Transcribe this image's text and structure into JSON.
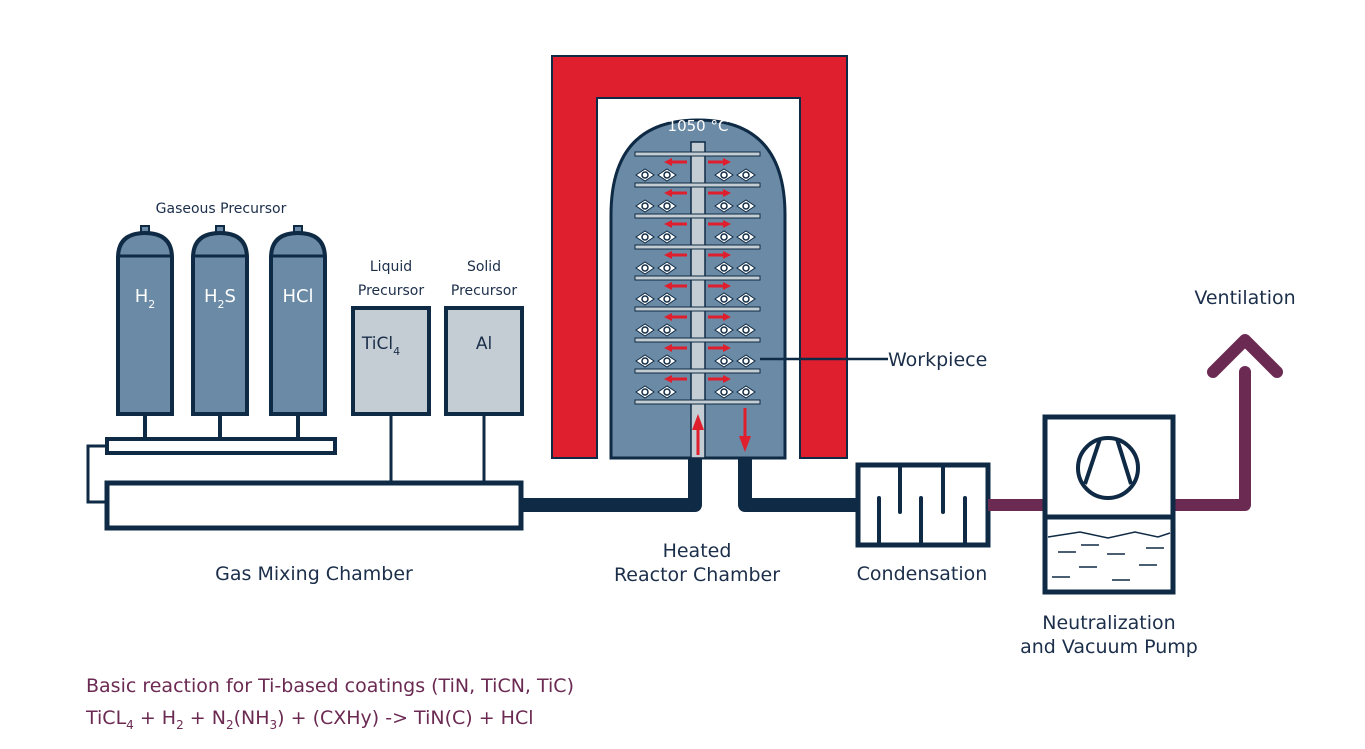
{
  "colors": {
    "navy": "#0f2a44",
    "steel": "#6a8aa5",
    "light_gray": "#c3cdd3",
    "red": "#e01f2e",
    "plum": "#6b2a52",
    "white": "#ffffff"
  },
  "gaseous": {
    "title": "Gaseous Precursor",
    "cylinders": [
      {
        "base": "H",
        "sub": "2",
        "tail": ""
      },
      {
        "base": "H",
        "sub": "2",
        "tail": "S"
      },
      {
        "base": "HCl",
        "sub": "",
        "tail": ""
      }
    ]
  },
  "liquid": {
    "title_line1": "Liquid",
    "title_line2": "Precursor",
    "base": "TiCl",
    "sub": "4"
  },
  "solid": {
    "title_line1": "Solid",
    "title_line2": "Precursor",
    "label": "Al"
  },
  "mixing": {
    "label": "Gas Mixing Chamber"
  },
  "reactor": {
    "temperature": "1050 °C",
    "label_line1": "Heated",
    "label_line2": "Reactor Chamber",
    "workpiece": "Workpiece",
    "shelves": 8
  },
  "condensation": {
    "label": "Condensation"
  },
  "pump": {
    "label_line1": "Neutralization",
    "label_line2": "and Vacuum Pump"
  },
  "ventilation": {
    "label": "Ventilation"
  },
  "reaction": {
    "title": "Basic reaction for Ti-based coatings (TiN, TiCN, TiC)",
    "equation": [
      {
        "t": "TiCL"
      },
      {
        "s": "4"
      },
      {
        "t": " + H"
      },
      {
        "s": "2"
      },
      {
        "t": " + N"
      },
      {
        "s": "2"
      },
      {
        "t": "(NH"
      },
      {
        "s": "3"
      },
      {
        "t": ") + (CXHy) -> TiN(C) + HCl"
      }
    ]
  }
}
